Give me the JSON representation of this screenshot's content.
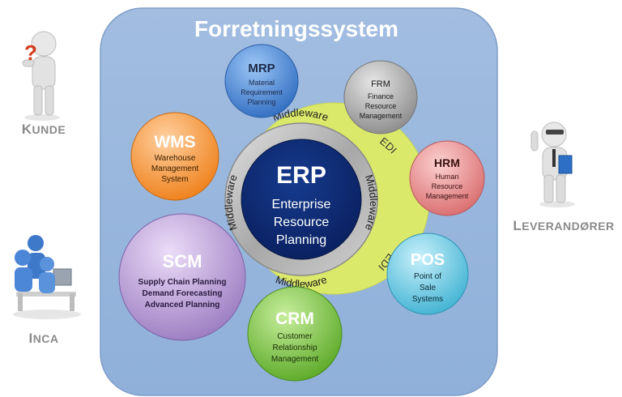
{
  "system_title": "Forretningssystem",
  "actors": {
    "kunde": {
      "first": "K",
      "rest": "UNDE"
    },
    "inca": {
      "first": "I",
      "rest": "NCA"
    },
    "leverandorer": {
      "first": "L",
      "rest": "EVERANDØRER"
    }
  },
  "erp": {
    "abbr": "ERP",
    "line1": "Enterprise",
    "line2": "Resource",
    "line3": "Planning"
  },
  "ring_labels": {
    "middleware": "Middleware",
    "edi": "EDI"
  },
  "modules": {
    "mrp": {
      "abbr": "MRP",
      "l1": "Material",
      "l2": "Requirement",
      "l3": "Planning",
      "color": "#3f7fd0"
    },
    "frm": {
      "abbr": "FRM",
      "l1": "Finance",
      "l2": "Resource",
      "l3": "Management",
      "color": "#9a9a9a"
    },
    "wms": {
      "abbr": "WMS",
      "l1": "Warehouse",
      "l2": "Management",
      "l3": "System",
      "color": "#f08a2a"
    },
    "hrm": {
      "abbr": "HRM",
      "l1": "Human",
      "l2": "Resource",
      "l3": "Management",
      "color": "#e07f80"
    },
    "scm": {
      "abbr": "SCM",
      "l1": "Supply Chain Planning",
      "l2": "Demand Forecasting",
      "l3": "Advanced Planning",
      "color": "#a98dcc"
    },
    "pos": {
      "abbr": "POS",
      "l1": "Point of",
      "l2": "Sale",
      "l3": "Systems",
      "color": "#59c0da"
    },
    "crm": {
      "abbr": "CRM",
      "l1": "Customer",
      "l2": "Relationship",
      "l3": "Management",
      "color": "#6fb83a"
    }
  }
}
